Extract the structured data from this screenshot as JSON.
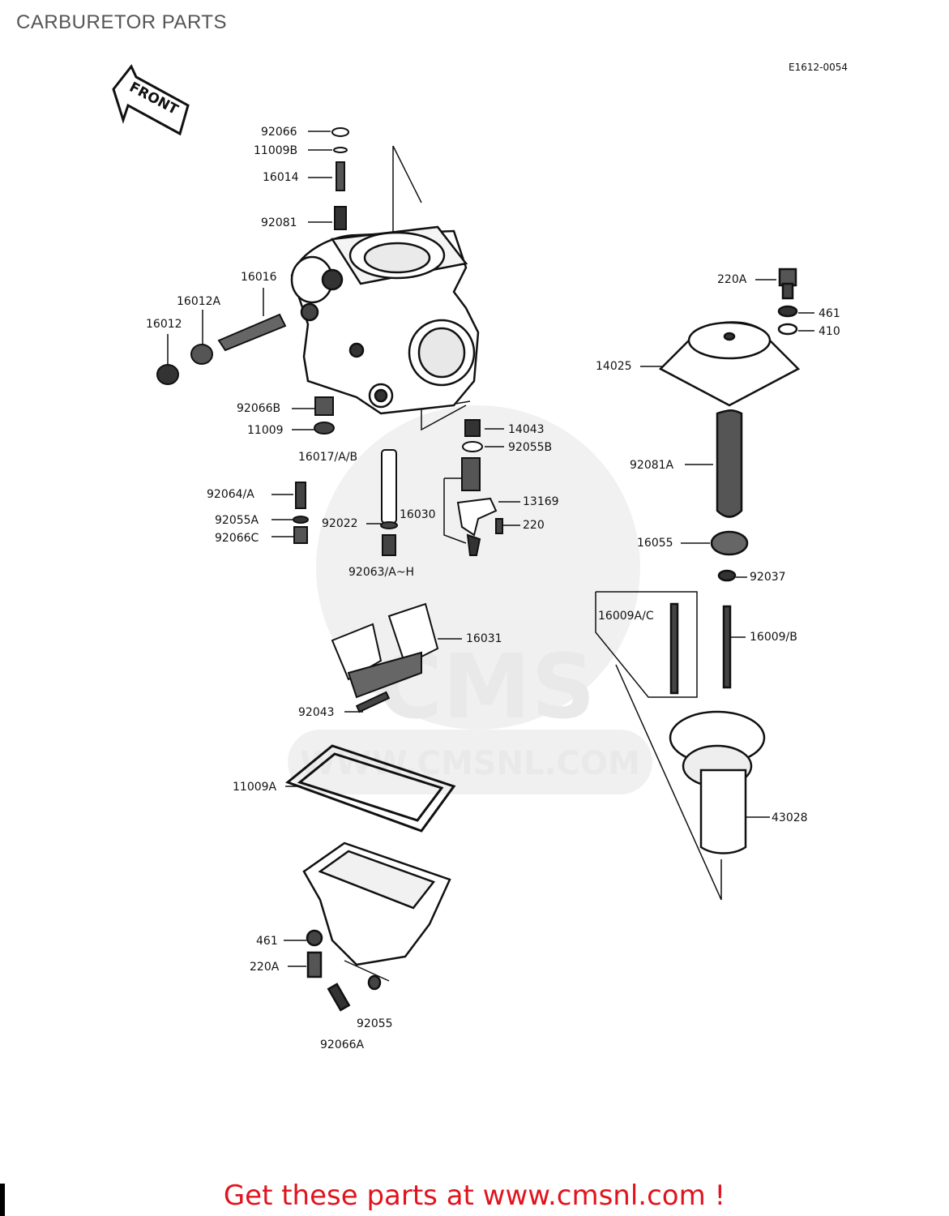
{
  "page": {
    "title": "CARBURETOR PARTS",
    "diagram_code": "E1612-0054",
    "front_arrow": "FRONT",
    "footer": "Get these parts at www.cmsnl.com !"
  },
  "watermark": {
    "brand": "CMS",
    "url": "WWW.CMSNL.COM"
  },
  "callouts": [
    {
      "id": "c1",
      "label": "92066"
    },
    {
      "id": "c2",
      "label": "11009B"
    },
    {
      "id": "c3",
      "label": "16014"
    },
    {
      "id": "c4",
      "label": "92081"
    },
    {
      "id": "c5",
      "label": "16016"
    },
    {
      "id": "c6",
      "label": "16012A"
    },
    {
      "id": "c7",
      "label": "16012"
    },
    {
      "id": "c8",
      "label": "92066B"
    },
    {
      "id": "c9",
      "label": "11009"
    },
    {
      "id": "c10",
      "label": "16017/A/B"
    },
    {
      "id": "c11",
      "label": "92064/A"
    },
    {
      "id": "c12",
      "label": "92055A"
    },
    {
      "id": "c13",
      "label": "92066C"
    },
    {
      "id": "c14",
      "label": "92022"
    },
    {
      "id": "c15",
      "label": "92063/A~H"
    },
    {
      "id": "c16",
      "label": "14043"
    },
    {
      "id": "c17",
      "label": "92055B"
    },
    {
      "id": "c18",
      "label": "16030"
    },
    {
      "id": "c19",
      "label": "13169"
    },
    {
      "id": "c20",
      "label": "220"
    },
    {
      "id": "c21",
      "label": "16031"
    },
    {
      "id": "c22",
      "label": "92043"
    },
    {
      "id": "c23",
      "label": "11009A"
    },
    {
      "id": "c24",
      "label": "461"
    },
    {
      "id": "c25",
      "label": "220A"
    },
    {
      "id": "c26",
      "label": "92055"
    },
    {
      "id": "c27",
      "label": "92066A"
    },
    {
      "id": "c28",
      "label": "220A"
    },
    {
      "id": "c29",
      "label": "461"
    },
    {
      "id": "c30",
      "label": "410"
    },
    {
      "id": "c31",
      "label": "14025"
    },
    {
      "id": "c32",
      "label": "92081A"
    },
    {
      "id": "c33",
      "label": "16055"
    },
    {
      "id": "c34",
      "label": "92037"
    },
    {
      "id": "c35",
      "label": "16009A/C"
    },
    {
      "id": "c36",
      "label": "16009/B"
    },
    {
      "id": "c37",
      "label": "43028"
    }
  ]
}
